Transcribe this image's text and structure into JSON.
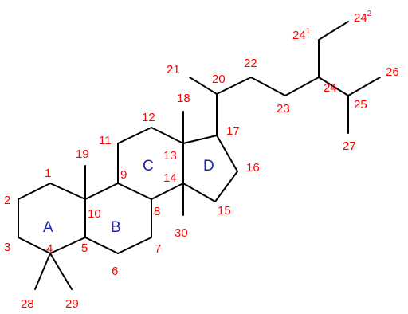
{
  "colors": {
    "bond": "#000000",
    "atom_number": "#ff0000",
    "ring_label": "#2424a8",
    "background": "#ffffff"
  },
  "ring_labels": {
    "A": "A",
    "B": "B",
    "C": "C",
    "D": "D"
  },
  "atom_labels": {
    "c1": "1",
    "c2": "2",
    "c3": "3",
    "c4": "4",
    "c5": "5",
    "c6": "6",
    "c7": "7",
    "c8": "8",
    "c9": "9",
    "c10": "10",
    "c11": "11",
    "c12": "12",
    "c13": "13",
    "c14": "14",
    "c15": "15",
    "c16": "16",
    "c17": "17",
    "c18": "18",
    "c19": "19",
    "c20": "20",
    "c21": "21",
    "c22": "22",
    "c23": "23",
    "c24": "24",
    "c25": "25",
    "c26": "26",
    "c27": "27",
    "c28": "28",
    "c29": "29",
    "c30": "30",
    "c241_base": "24",
    "c241_sup": "1",
    "c242_base": "24",
    "c242_sup": "2"
  }
}
